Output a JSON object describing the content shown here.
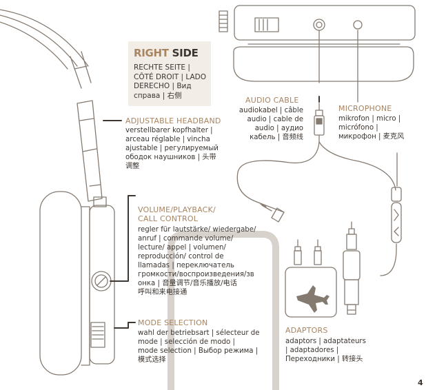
{
  "right_side": {
    "title_accent": "RIGHT",
    "title_rest": " SIDE",
    "lines": [
      "RECHTE SEITE |",
      "CÔTÉ DROIT | LADO",
      "DERECHO | Вид",
      "справа | 右侧"
    ]
  },
  "headband": {
    "title": "ADJUSTABLE HEADBAND",
    "lines": [
      "verstellbarer kopfhalter |",
      "arceau réglable | vincha",
      "ajustable | регулируемый",
      "ободок наушников | 头带",
      "调整"
    ]
  },
  "volume": {
    "title_lines": [
      "VOLUME/PLAYBACK/",
      "CALL CONTROL"
    ],
    "lines": [
      "regler für lautstärke/ wiedergabe/",
      "anruf | commande volume/",
      "lecture/ appel | volumen/",
      "reproducción/ control de",
      "llamadas | переключатель",
      "громкости/воспроизведения/зв",
      "онка | 音量调节/音乐播放/电话",
      "呼叫和来电接通"
    ]
  },
  "mode": {
    "title": "MODE SELECTION",
    "lines": [
      "wahl der betriebsart | sélecteur de",
      "mode | selección de modo |",
      "mode selection | Выбор режима |",
      "模式选择"
    ]
  },
  "audio_cable": {
    "title": "AUDIO CABLE",
    "lines": [
      "audiokabel | câble",
      "audio | cable de",
      "audio | аудио",
      "кабель | 音频线"
    ]
  },
  "microphone": {
    "title": "MICROPHONE",
    "lines": [
      "mikrofon | micro |",
      "micrófono |",
      "микрофон | 麦克风"
    ]
  },
  "adaptors": {
    "title": "ADAPTORS",
    "lines": [
      "adaptors | adaptateurs",
      "| adaptadores |",
      "Переходники | 转接头"
    ]
  },
  "page_number": "4",
  "colors": {
    "accent": "#a8845f",
    "text": "#3c3530",
    "line": "#857a70",
    "box": "#f2ede6"
  }
}
